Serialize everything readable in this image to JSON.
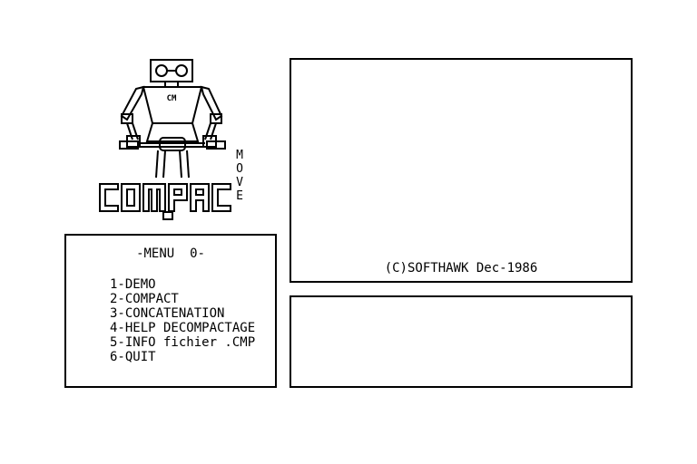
{
  "logo": {
    "robot_chest_text": "CM",
    "title": "COMPAC",
    "side_word": "MOVE"
  },
  "menu": {
    "title": "-MENU  0-",
    "items": [
      "1-DEMO",
      "2-COMPACT",
      "3-CONCATENATION",
      "4-HELP DECOMPACTAGE",
      "5-INFO fichier .CMP",
      "6-QUIT"
    ]
  },
  "display": {
    "copyright": "(C)SOFTHAWK Dec-1986"
  },
  "message": {
    "text": ""
  },
  "colors": {
    "foreground": "#000000",
    "background": "#ffffff"
  }
}
